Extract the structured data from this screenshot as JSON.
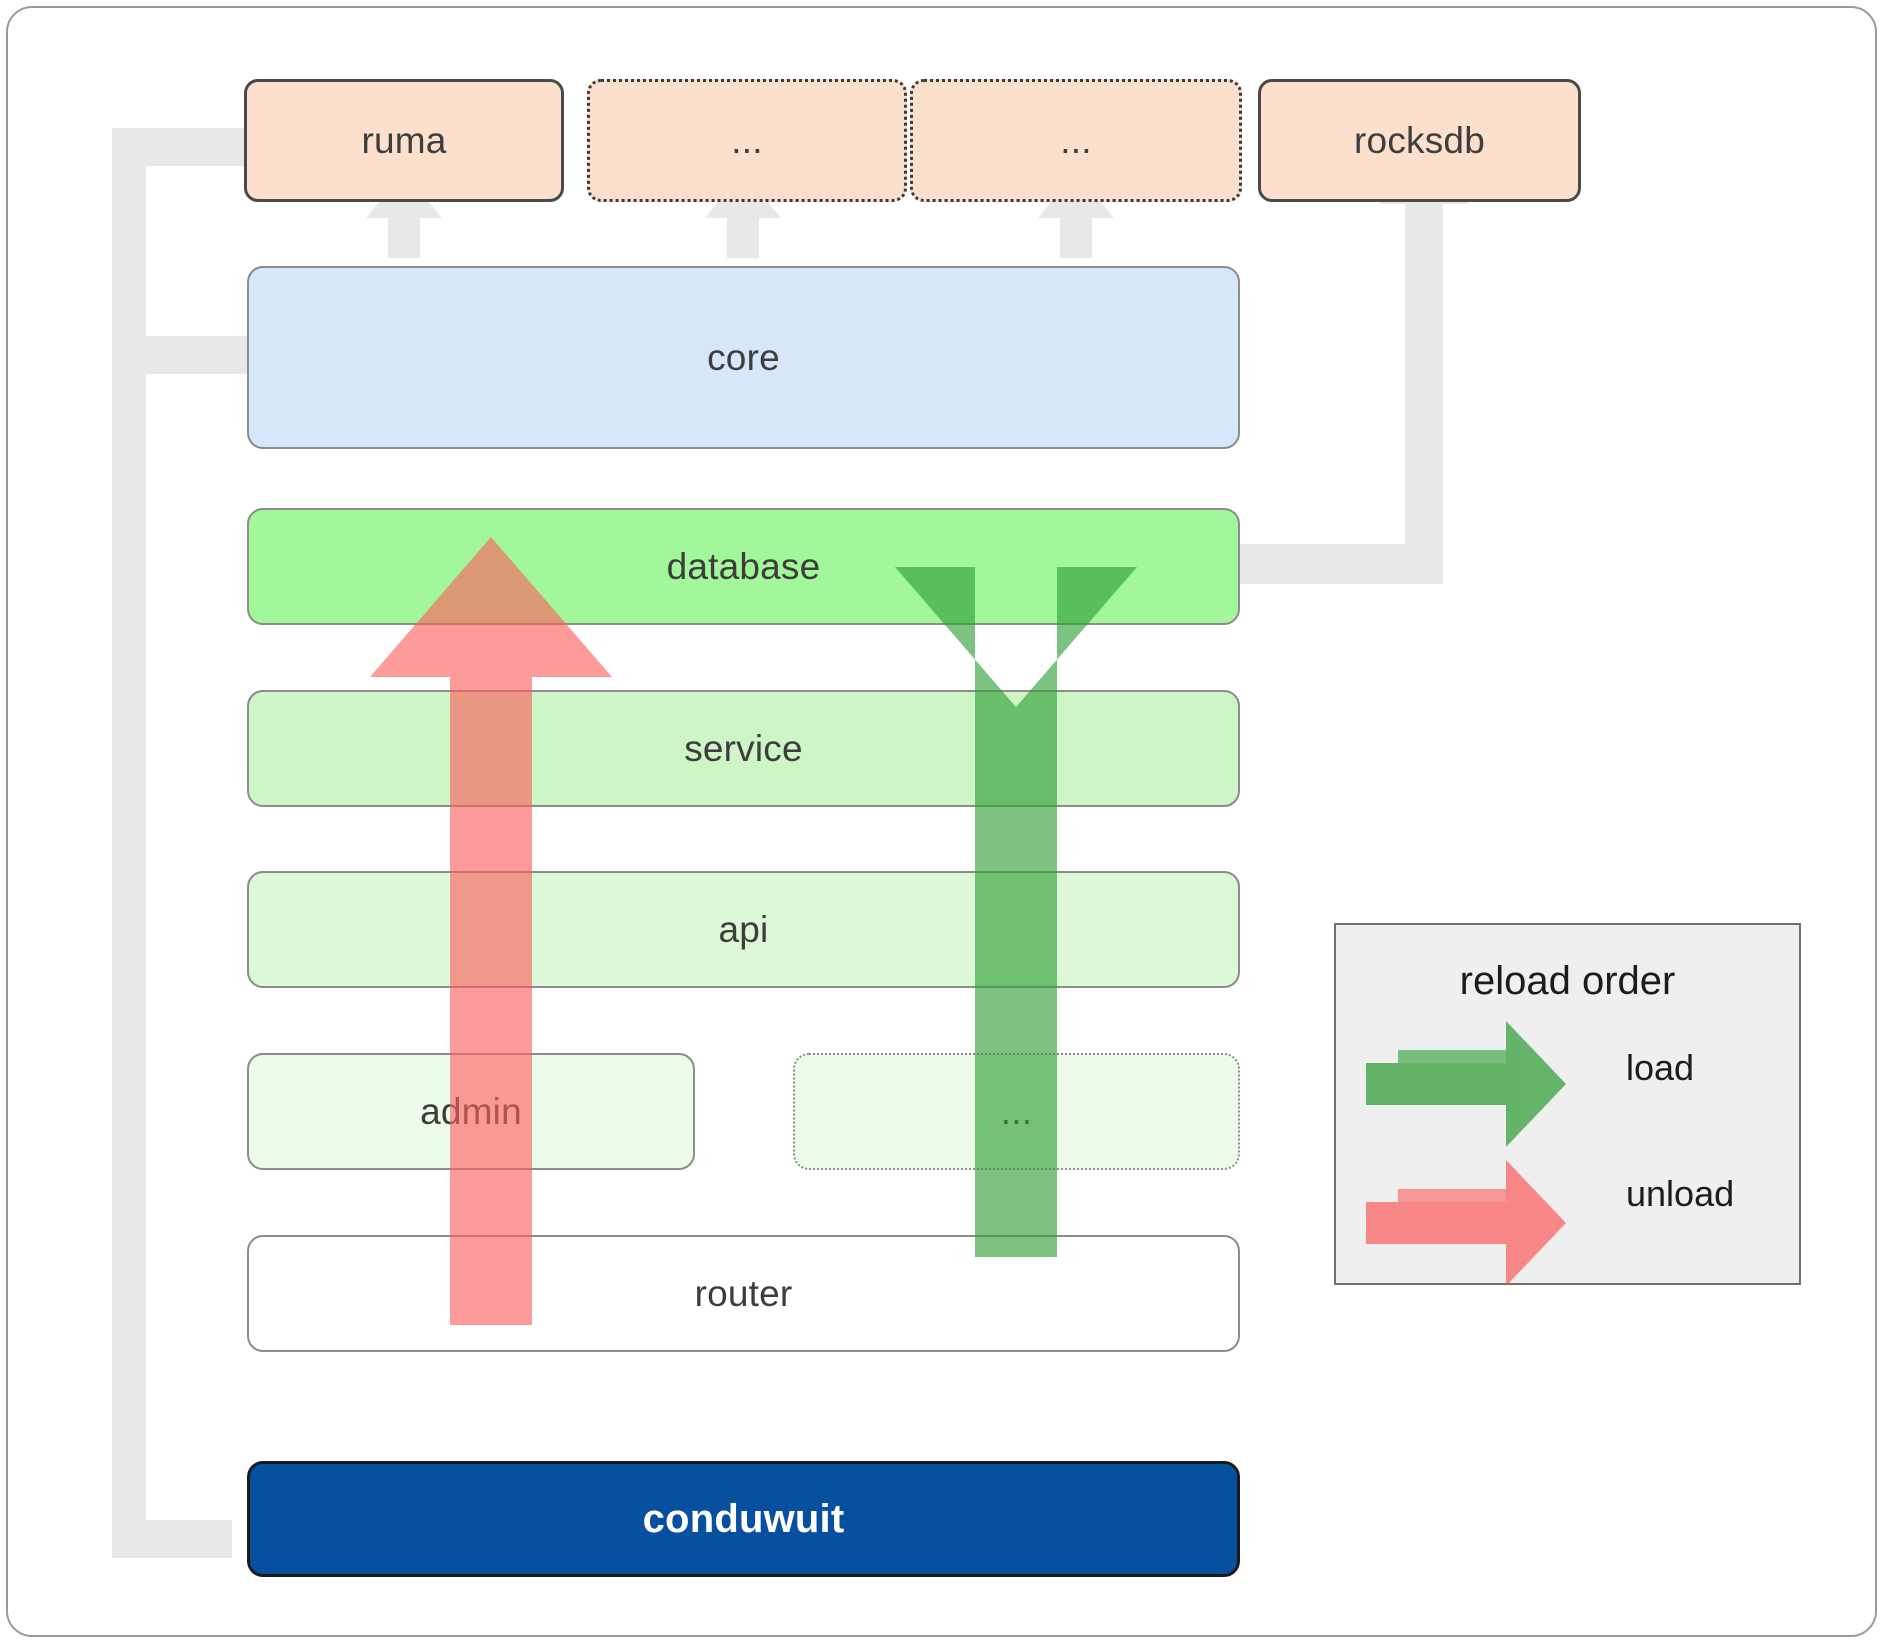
{
  "diagram": {
    "title": "conduwuit crate dependency / reload order diagram",
    "colors": {
      "dependency_fill": "#fce0cd",
      "core_fill": "#d6e7fb",
      "database_fill": "#a2f79b",
      "service_fill": "#cdf5c6",
      "api_fill": "#ddf8d7",
      "admin_fill": "#edfce9",
      "router_fill": "#ffffff",
      "binary_fill": "#07509f",
      "load_arrow": "#4caf50",
      "unload_arrow": "#f98080",
      "connector": "#e8e8e8"
    },
    "dependencies": [
      {
        "label": "ruma",
        "style": "solid"
      },
      {
        "label": "...",
        "style": "dotted"
      },
      {
        "label": "...",
        "style": "dotted"
      },
      {
        "label": "rocksdb",
        "style": "solid"
      }
    ],
    "core": {
      "label": "core"
    },
    "layers": [
      {
        "label": "database",
        "style": "solid"
      },
      {
        "label": "service",
        "style": "solid"
      },
      {
        "label": "api",
        "style": "solid"
      },
      {
        "label": "admin",
        "style": "solid"
      },
      {
        "label": "...",
        "style": "dotted"
      },
      {
        "label": "router",
        "style": "solid"
      }
    ],
    "binary": {
      "label": "conduwuit"
    },
    "legend": {
      "title": "reload order",
      "items": [
        {
          "label": "load",
          "color": "#4caf50"
        },
        {
          "label": "unload",
          "color": "#f98080"
        }
      ]
    },
    "flow_arrows": [
      {
        "name": "load",
        "direction": "down",
        "from": "database",
        "to": "router"
      },
      {
        "name": "unload",
        "direction": "up",
        "from": "router",
        "to": "database"
      }
    ]
  }
}
